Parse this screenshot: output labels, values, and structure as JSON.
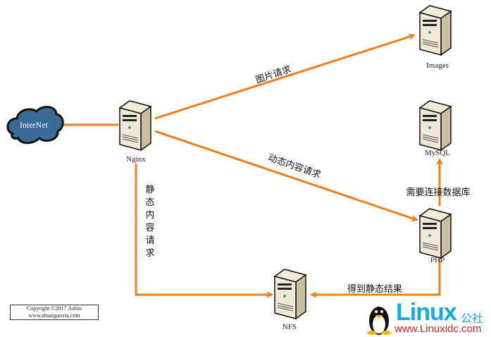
{
  "nodes": {
    "internet": "InterNet",
    "nginx": "Nginx",
    "images": "Images",
    "mysql": "MySQL",
    "php": "PHP",
    "nfs": "NFS"
  },
  "edges": {
    "image_request": "图片请求",
    "dynamic_request": "动态内容请求",
    "static_request": [
      "静",
      "态",
      "内",
      "容",
      "请",
      "求"
    ],
    "need_db": "需要连接数据库",
    "static_result": "得到静态结果"
  },
  "copyright": {
    "line1": "Copyright ©2017 Aubin",
    "line2": "www.shuaiguoxia.com"
  },
  "watermark": {
    "brand": "Linux",
    "cn": "公社",
    "url": "www.Linuxidc.com"
  },
  "colors": {
    "line": "#f07d1a",
    "cloud": "#3a6a96",
    "logo": "#1aa7dc"
  }
}
